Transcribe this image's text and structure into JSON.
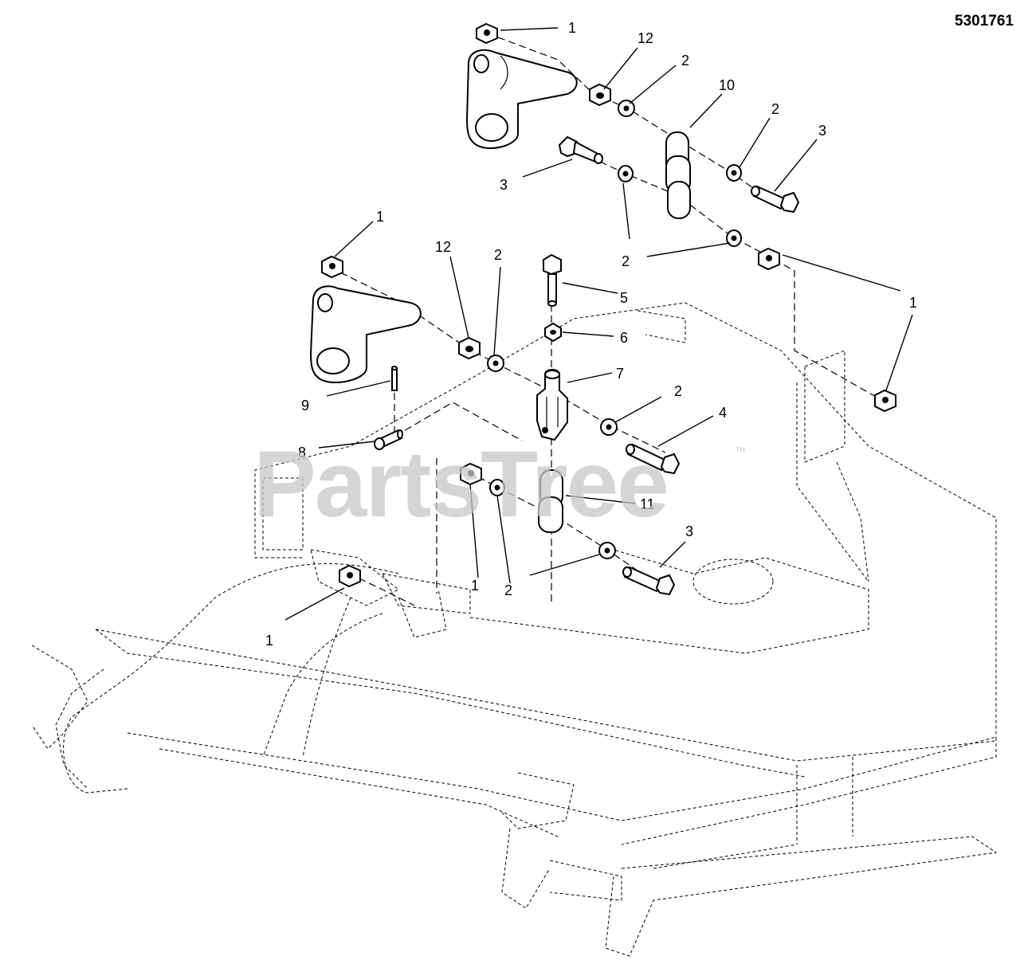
{
  "document_number": "5301761",
  "watermark": {
    "text": "PartsTree",
    "trademark": "™"
  },
  "callouts": [
    {
      "id": "c1a",
      "text": "1"
    },
    {
      "id": "c12a",
      "text": "12"
    },
    {
      "id": "c2a",
      "text": "2"
    },
    {
      "id": "c10",
      "text": "10"
    },
    {
      "id": "c2b",
      "text": "2"
    },
    {
      "id": "c3a",
      "text": "3"
    },
    {
      "id": "c3b",
      "text": "3"
    },
    {
      "id": "c1b",
      "text": "1"
    },
    {
      "id": "c12b",
      "text": "12"
    },
    {
      "id": "c2c",
      "text": "2"
    },
    {
      "id": "c2d",
      "text": "2"
    },
    {
      "id": "c1c",
      "text": "1"
    },
    {
      "id": "c5",
      "text": "5"
    },
    {
      "id": "c6",
      "text": "6"
    },
    {
      "id": "c7",
      "text": "7"
    },
    {
      "id": "c9",
      "text": "9"
    },
    {
      "id": "c2e",
      "text": "2"
    },
    {
      "id": "c4",
      "text": "4"
    },
    {
      "id": "c8",
      "text": "8"
    },
    {
      "id": "c11",
      "text": "11"
    },
    {
      "id": "c3c",
      "text": "3"
    },
    {
      "id": "c1d",
      "text": "1"
    },
    {
      "id": "c2f",
      "text": "2"
    },
    {
      "id": "c1e",
      "text": "1"
    }
  ]
}
